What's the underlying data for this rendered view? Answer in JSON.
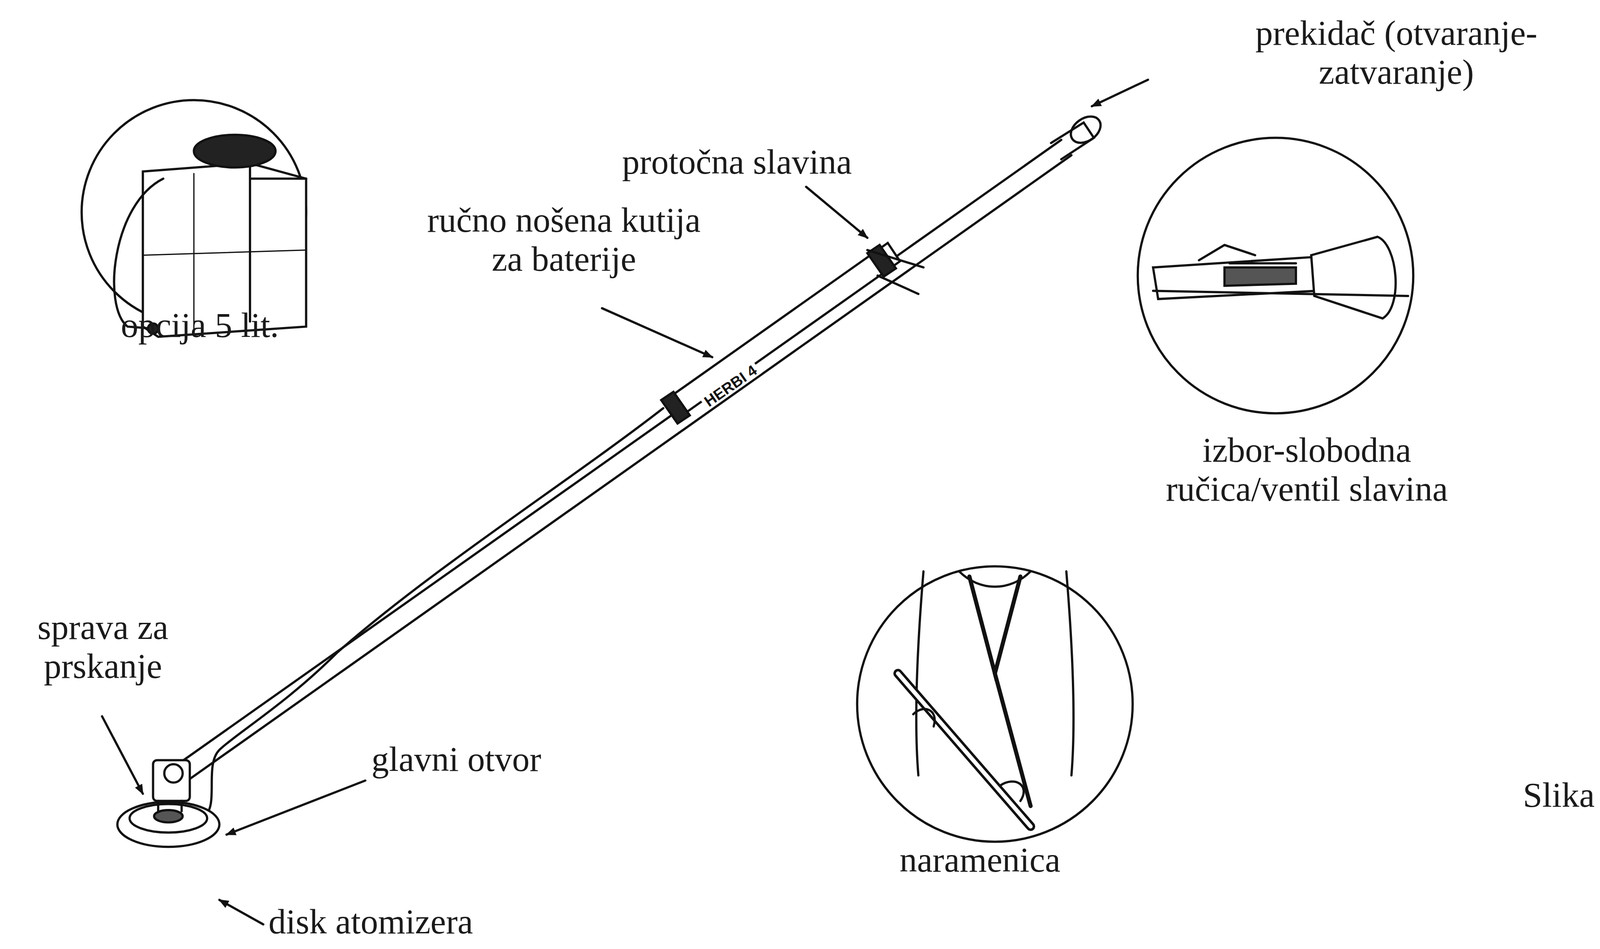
{
  "diagram": {
    "labels": [
      "prekidač (otvaranje-zatvaranje)",
      "protočna slavina",
      "ručno nošena kutija za baterije",
      "opcija 5 lit.",
      "izbor-slobodna ručica/ventil slavina",
      "HERBI 4",
      "naramenica",
      "Slika",
      "sprava za prskanje",
      "glavni otvor",
      "disk atomizera"
    ]
  }
}
